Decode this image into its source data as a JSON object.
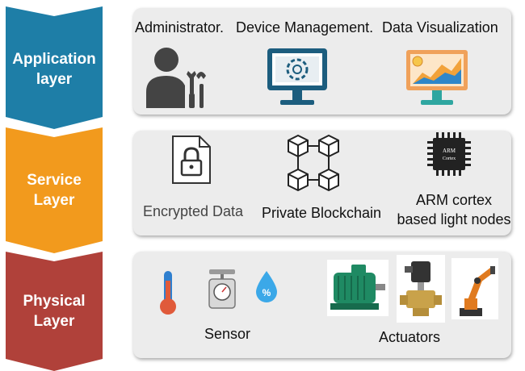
{
  "layers": {
    "application": {
      "label_line1": "Application",
      "label_line2": "layer",
      "items": [
        {
          "label": "Administrator.",
          "icon": "administrator-icon"
        },
        {
          "label": "Device Management.",
          "icon": "device-management-monitor-icon"
        },
        {
          "label": "Data Visualization",
          "icon": "data-visualization-monitor-icon"
        }
      ]
    },
    "service": {
      "label_line1": "Service",
      "label_line2": "Layer",
      "items": [
        {
          "label": "Encrypted Data",
          "icon": "encrypted-file-icon"
        },
        {
          "label": "Private Blockchain",
          "icon": "blockchain-icon"
        },
        {
          "label_line1": "ARM cortex",
          "label_line2": "based light nodes",
          "icon": "arm-chip-icon",
          "chip_text_line1": "ARM",
          "chip_text_line2": "Cortex"
        }
      ]
    },
    "physical": {
      "label_line1": "Physical",
      "label_line2": "Layer",
      "sensor_label": "Sensor",
      "actuator_label": "Actuators",
      "sensor_icons": [
        "thermometer-icon",
        "weighing-scale-icon",
        "humidity-drop-icon"
      ],
      "humidity_symbol": "%",
      "actuator_icons": [
        "electric-motor-icon",
        "solenoid-valve-icon",
        "robotic-arm-icon"
      ]
    }
  },
  "colors": {
    "application": "#1e7ea7",
    "service": "#f29a1d",
    "physical": "#b0413a",
    "panel": "#ececec"
  }
}
